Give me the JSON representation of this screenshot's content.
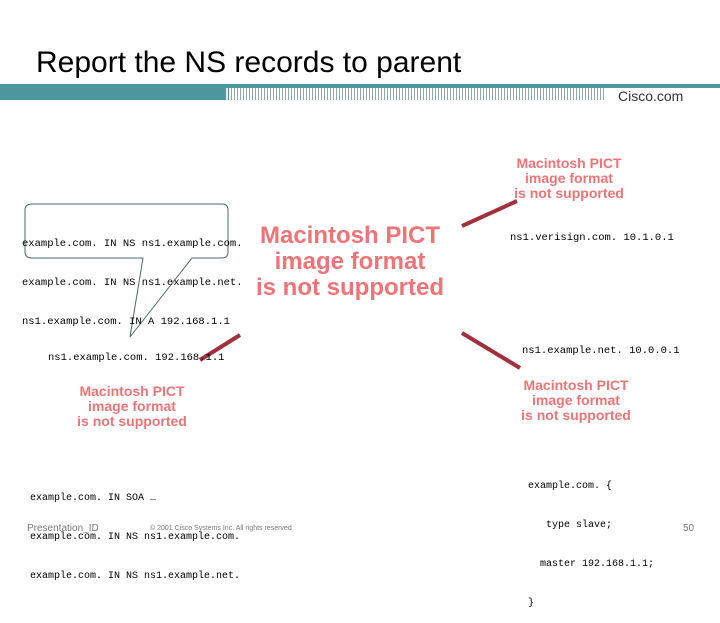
{
  "header": {
    "title": "Report the NS records to parent",
    "brand": "Cisco.com"
  },
  "callout": {
    "lines": [
      "example.com. IN NS ns1.example.com.",
      "example.com. IN NS ns1.example.net.",
      "ns1.example.com. IN A 192.168.1.1"
    ]
  },
  "placeholders": {
    "line1": "Macintosh PICT",
    "line2": "image format",
    "line3": "is not supported"
  },
  "labels": {
    "verisign": "ns1.verisign.com. 10.1.0.1",
    "ns1_com": "ns1.example.com. 192.168.1.1",
    "ns1_net": "ns1.example.net. 10.0.0.1"
  },
  "zone_file": {
    "lines": [
      "example.com. IN SOA …",
      "example.com. IN NS ns1.example.com.",
      "example.com. IN NS ns1.example.net."
    ]
  },
  "slave_config": {
    "lines": [
      "example.com. {",
      "   type slave;",
      "  master 192.168.1.1;",
      "}"
    ]
  },
  "footer": {
    "presentation_id": "Presentation_ID",
    "copyright": "© 2001 Cisco Systems Inc. All rights reserved",
    "page": "50"
  },
  "colors": {
    "accent": "#4f979f",
    "arrow": "#a0303c",
    "placeholder": "#ee7478"
  }
}
